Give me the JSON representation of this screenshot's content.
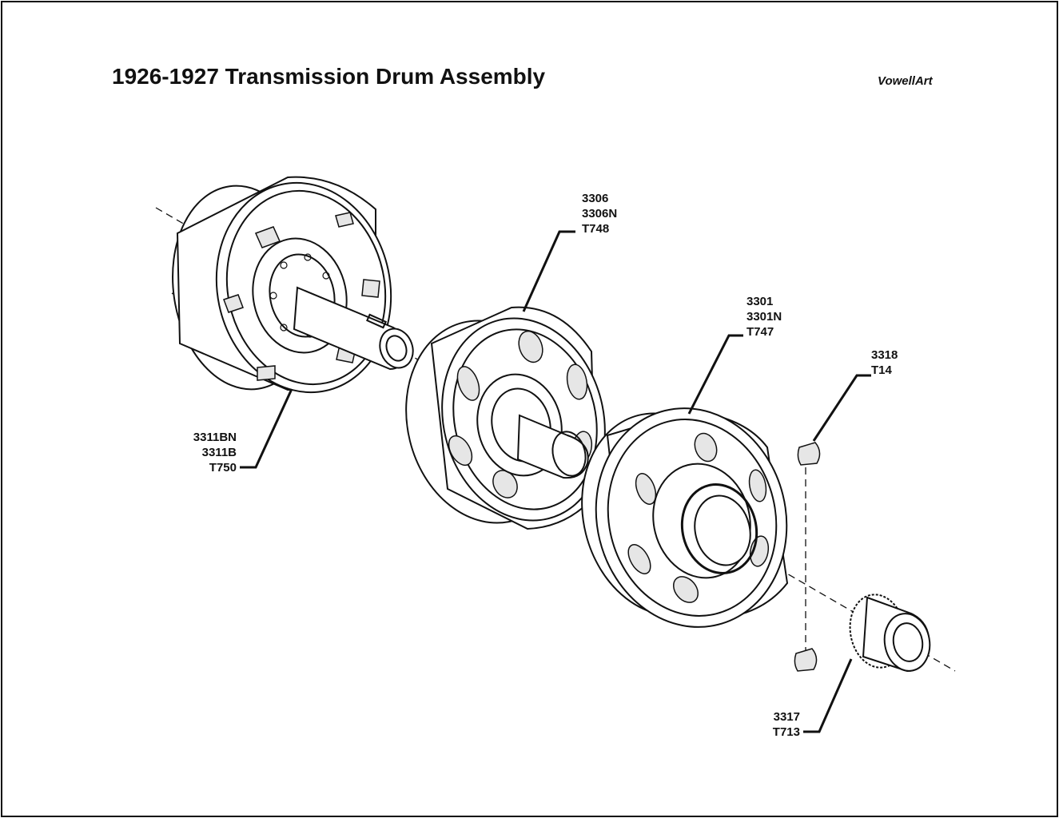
{
  "title": "1926-1927 Transmission Drum Assembly",
  "credit": "VowellArt",
  "callouts": [
    {
      "id": "brake-drum",
      "lines": [
        "3311BN",
        "3311B",
        "T750"
      ]
    },
    {
      "id": "reverse-drum",
      "lines": [
        "3306",
        "3306N",
        "T748"
      ]
    },
    {
      "id": "slow-speed-drum",
      "lines": [
        "3301",
        "3301N",
        "T747"
      ]
    },
    {
      "id": "key",
      "lines": [
        "3318",
        "T14"
      ]
    },
    {
      "id": "gear",
      "lines": [
        "3317",
        "T713"
      ]
    }
  ]
}
